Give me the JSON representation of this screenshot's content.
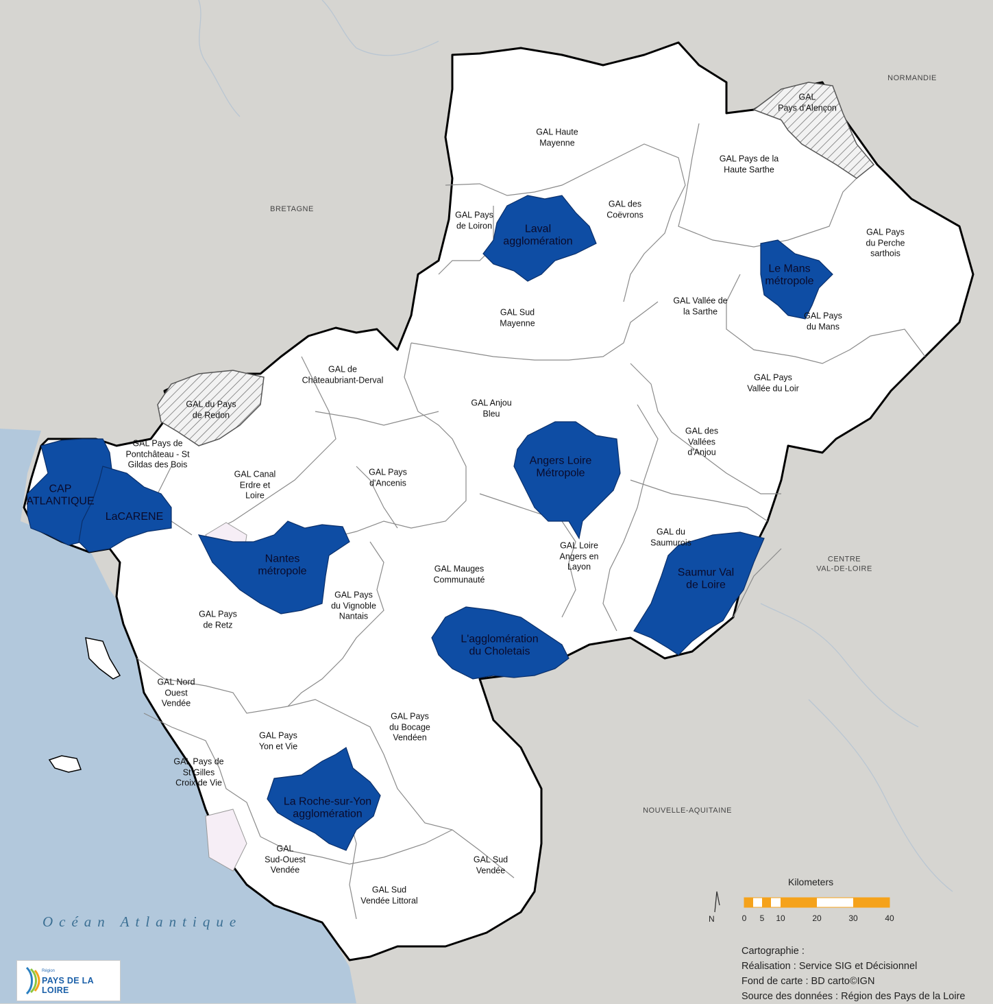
{
  "map": {
    "colors": {
      "background": "#d6d5d1",
      "ocean": "#a9c2d9",
      "territory": "#ffffff",
      "agglomeration": "#0e4da4",
      "hatched": "#c8c8c8",
      "scale_orange": "#f5a21b"
    },
    "regions": [
      {
        "id": "bretagne",
        "label": "BRETAGNE"
      },
      {
        "id": "normandie",
        "label": "NORMANDIE"
      },
      {
        "id": "centre",
        "label": "CENTRE\nVAL-DE-LOIRE"
      },
      {
        "id": "nouvelle-aquitaine",
        "label": "NOUVELLE-AQUITAINE"
      }
    ],
    "ocean_label": "Océan Atlantique",
    "gal": [
      {
        "id": "haute-mayenne",
        "label": "GAL Haute\nMayenne"
      },
      {
        "id": "pays-de-loiron",
        "label": "GAL Pays\nde Loiron"
      },
      {
        "id": "coevrons",
        "label": "GAL des\nCoëvrons"
      },
      {
        "id": "sud-mayenne",
        "label": "GAL Sud\nMayenne"
      },
      {
        "id": "pays-alencon",
        "label": "GAL\nPays d'Alençon"
      },
      {
        "id": "haute-sarthe",
        "label": "GAL Pays de la\nHaute Sarthe"
      },
      {
        "id": "perche-sarthois",
        "label": "GAL Pays\ndu Perche\nsarthois"
      },
      {
        "id": "vallee-sarthe",
        "label": "GAL Vallée de\nla Sarthe"
      },
      {
        "id": "pays-du-mans",
        "label": "GAL Pays\ndu Mans"
      },
      {
        "id": "vallee-du-loir",
        "label": "GAL Pays\nVallée du Loir"
      },
      {
        "id": "chateaubriant",
        "label": "GAL de\nChâteaubriant-Derval"
      },
      {
        "id": "pays-de-redon",
        "label": "GAL du Pays\nde Redon"
      },
      {
        "id": "pontchateau",
        "label": "GAL Pays de\nPontchâteau - St\nGildas des Bois"
      },
      {
        "id": "canal-erdre",
        "label": "GAL Canal\nErdre et\nLoire"
      },
      {
        "id": "ancenis",
        "label": "GAL Pays\nd'Ancenis"
      },
      {
        "id": "anjou-bleu",
        "label": "GAL Anjou\nBleu"
      },
      {
        "id": "vallees-anjou",
        "label": "GAL des\nVallées\nd'Anjou"
      },
      {
        "id": "saumurois",
        "label": "GAL du\nSaumurois"
      },
      {
        "id": "loire-angers-layon",
        "label": "GAL Loire\nAngers en\nLayon"
      },
      {
        "id": "mauges",
        "label": "GAL Mauges\nCommunauté"
      },
      {
        "id": "vignoble-nantais",
        "label": "GAL Pays\ndu Vignoble\nNantais"
      },
      {
        "id": "pays-de-retz",
        "label": "GAL Pays\nde Retz"
      },
      {
        "id": "nord-ouest-vendee",
        "label": "GAL Nord\nOuest\nVendée"
      },
      {
        "id": "yon-et-vie",
        "label": "GAL Pays\nYon et Vie"
      },
      {
        "id": "bocage-vendeen",
        "label": "GAL Pays\ndu Bocage\nVendéen"
      },
      {
        "id": "st-gilles",
        "label": "GAL Pays de\nSt Gilles\nCroix de Vie"
      },
      {
        "id": "sud-ouest-vendee",
        "label": "GAL\nSud-Ouest\nVendée"
      },
      {
        "id": "sud-vendee-littoral",
        "label": "GAL Sud\nVendée Littoral"
      },
      {
        "id": "sud-vendee",
        "label": "GAL Sud\nVendée"
      }
    ],
    "agglomerations": [
      {
        "id": "laval",
        "label": "Laval\nagglomération"
      },
      {
        "id": "le-mans",
        "label": "Le Mans\nmétropole"
      },
      {
        "id": "angers",
        "label": "Angers Loire\nMétropole"
      },
      {
        "id": "nantes",
        "label": "Nantes\nmétropole"
      },
      {
        "id": "cap-atlantique",
        "label": "CAP\nATLANTIQUE"
      },
      {
        "id": "lacarene",
        "label": "LaCARENE"
      },
      {
        "id": "saumur",
        "label": "Saumur Val\nde Loire"
      },
      {
        "id": "cholet",
        "label": "L'agglomération\ndu Choletais"
      },
      {
        "id": "la-roche",
        "label": "La Roche-sur-Yon\nagglomération"
      }
    ],
    "scale": {
      "title": "Kilometers",
      "ticks": [
        0,
        5,
        10,
        20,
        30,
        40
      ],
      "north_label": "N"
    },
    "credits": [
      "Cartographie :",
      "Réalisation : Service SIG et Décisionnel",
      "Fond de carte : BD carto©IGN",
      "Source des données : Région des Pays de la Loire"
    ],
    "logo": {
      "small": "Région",
      "main": "PAYS DE LA LOIRE"
    }
  }
}
